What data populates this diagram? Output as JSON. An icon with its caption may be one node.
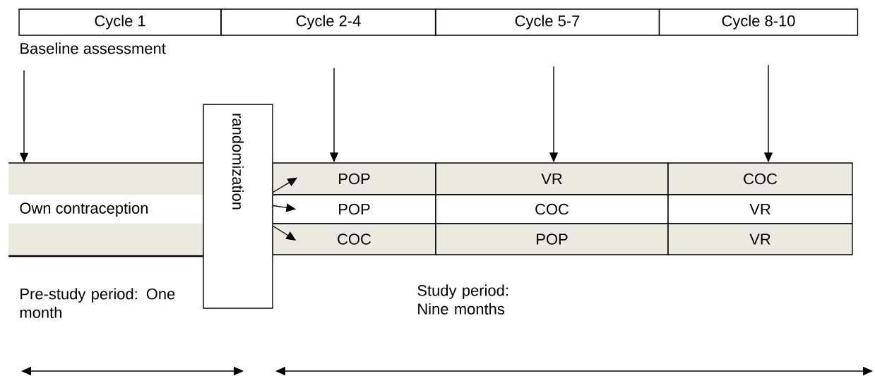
{
  "diagram": {
    "nodes": [
      {
        "text": [
          "Own contraception"
        ]
      },
      {
        "text": [
          "randomization"
        ]
      },
      {
        "text": [
          "POP"
        ]
      },
      {
        "text": [
          "VR"
        ]
      },
      {
        "text": [
          "COC"
        ]
      },
      {
        "text": [
          "POP"
        ]
      },
      {
        "text": [
          "COC"
        ]
      },
      {
        "text": [
          "VR"
        ]
      },
      {
        "text": [
          "COC"
        ]
      },
      {
        "text": [
          "POP"
        ]
      },
      {
        "text": [
          "VR"
        ]
      }
    ],
    "edges": [
      {
        "from": null,
        "to": 0,
        "arrow": "to"
      },
      {
        "from": null,
        "to": 2,
        "arrow": "to"
      },
      {
        "from": null,
        "to": 3,
        "arrow": "to"
      },
      {
        "from": null,
        "to": 4,
        "arrow": "to"
      },
      {
        "from": 1,
        "to": 2,
        "arrow": "to"
      },
      {
        "from": 1,
        "to": 5,
        "arrow": "to"
      },
      {
        "from": 1,
        "to": 8,
        "arrow": "to"
      }
    ],
    "labels": [
      "Cycle 1",
      "Cycle 2-4",
      "Cycle 5-7",
      "Cycle 8-10",
      "Baseline assessment",
      "Pre-study period: One month",
      "Study period: Nine months"
    ]
  }
}
